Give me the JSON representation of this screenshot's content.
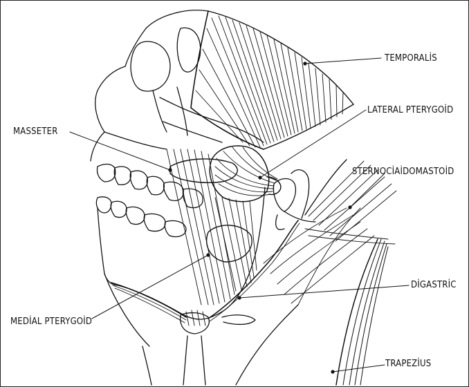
{
  "labels": {
    "temporalis": "TEMPORALİS",
    "lateral_pterygoid": "LATERAL PTERYGOİD",
    "masseter": "MASSETER",
    "sternocleidomastoid": "STERNOCİAİDOMASTOİD",
    "digastric": "DİGASTRİC",
    "medial_pterygoid": "MEDİAL PTERYGOİD",
    "trapezius": "TRAPEZİUS"
  },
  "colors": {
    "ink": "#111111",
    "background": "#ffffff"
  }
}
